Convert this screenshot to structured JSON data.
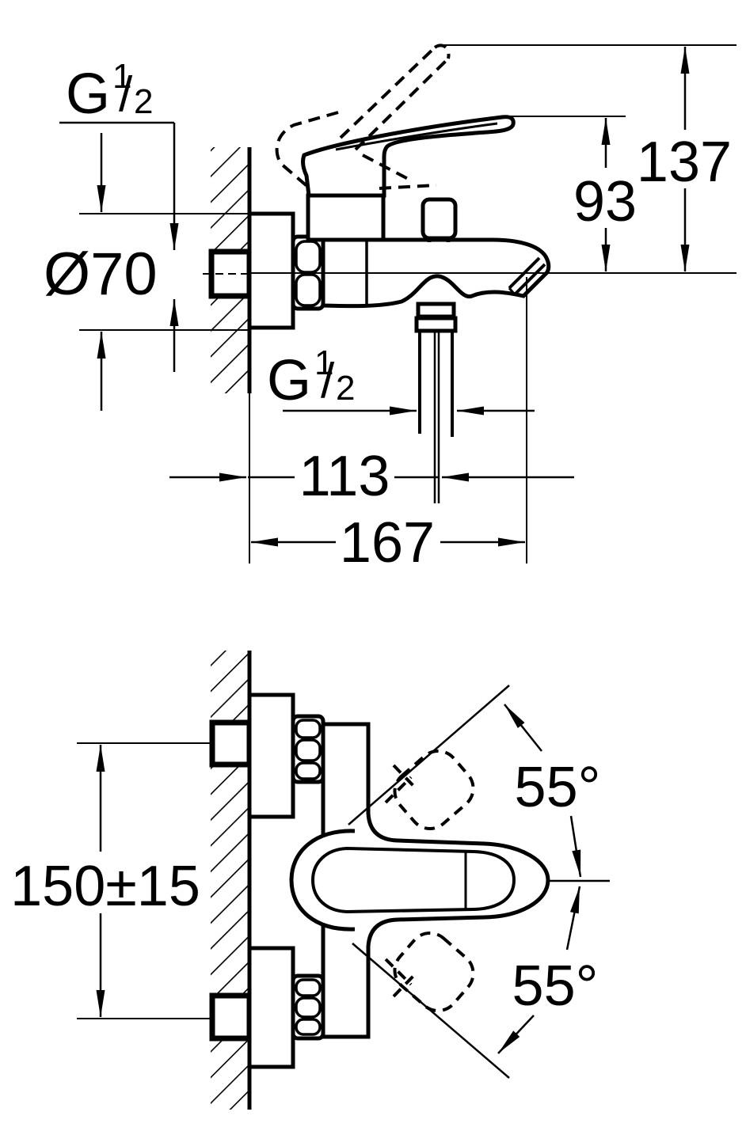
{
  "page": {
    "background": "#ffffff",
    "line_color": "#000000",
    "description": "Technical dimension drawing of wall-mounted single-lever bath/shower mixer, side view and top view"
  },
  "labels": {
    "thread": {
      "prefix": "G",
      "numerator": "1",
      "slash": "/",
      "denominator": "2"
    },
    "flange_diameter": "Ø70",
    "spout_height": "93",
    "total_height": "137",
    "hose_center_offset": "113",
    "total_projection": "167",
    "connection_spacing": "150±15",
    "swivel_angle_upper": "55°",
    "swivel_angle_lower": "55°"
  }
}
